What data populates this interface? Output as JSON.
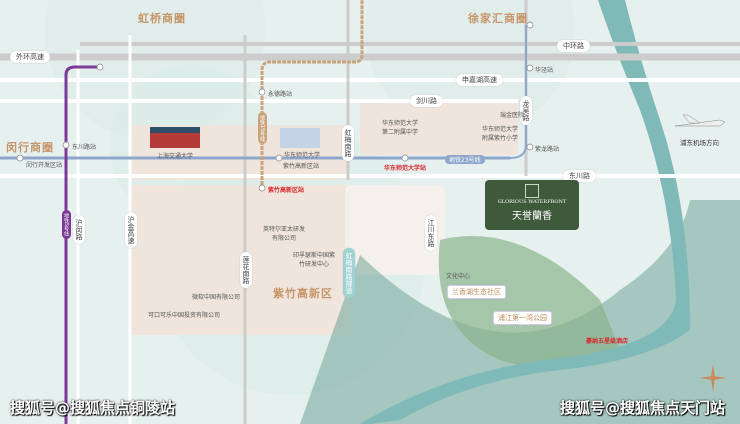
{
  "zones": {
    "hongqiao": "虹桥商圈",
    "xujiahui": "徐家汇商圈",
    "minhang": "闵行商圈",
    "zizhu": "紫竹高新区"
  },
  "roads": {
    "waihuan": "外环高速",
    "zhonghuan": "中环路",
    "shenjiahu": "申嘉湖高速",
    "jianchuan": "剑川路",
    "longwu": "龙吴路",
    "hongmei": "虹梅南路",
    "dongchuan": "东川路",
    "humin": "沪闵路",
    "hujin": "沪金高速",
    "lianhua": "莲花南路",
    "jiangchuan": "江川东路",
    "hongmei_tunnel": "虹梅南路隧道"
  },
  "metro": {
    "line5": "地铁5号线",
    "line15": "地铁15号线",
    "line23": "地铁23号线"
  },
  "stations": {
    "dongchuan": "东川路站",
    "minhang_dev": "闵行开发区站",
    "yongde": "永德路站",
    "zizhu_a": "紫竹高新区站",
    "zizhu_red": "紫竹高新区站",
    "ecnu_station": "华东师范大学站",
    "huajing": "华泾站",
    "zilong": "紫龙路站"
  },
  "landmarks": {
    "sjtu": "上海交通大学",
    "ecnu": "华东师范大学",
    "ecnu_school": "华东师范大学第二附属中学",
    "ecnu_primary": "华东师范大学附属紫竹小学",
    "hospital": "瑞金医院",
    "intel": "英特尔亚太研发有限公司",
    "infosys": "印孚瑟斯中国紫竹研发中心",
    "microsoft": "微软中国有限公司",
    "cocacola": "可口可乐中国投资有限公司",
    "ecology": "兰香湖生态社区",
    "park": "浦江第一湾公园",
    "hotel": "豪纳五星级酒店",
    "culture": "文化中心",
    "airport": "浦东机场方向"
  },
  "project": {
    "name_en": "GLORIOUS WATERFRONT",
    "name_cn": "天誉蘭香"
  },
  "watermarks": {
    "left": "搜狐号@搜狐焦点铜陵站",
    "right": "搜狐号@搜狐焦点天门站"
  },
  "colors": {
    "line5": "#7b3a96",
    "line15": "#c9a47a",
    "line23": "#8fa6cc",
    "river": "#7fb9b8",
    "project": "#3f5a3b"
  }
}
